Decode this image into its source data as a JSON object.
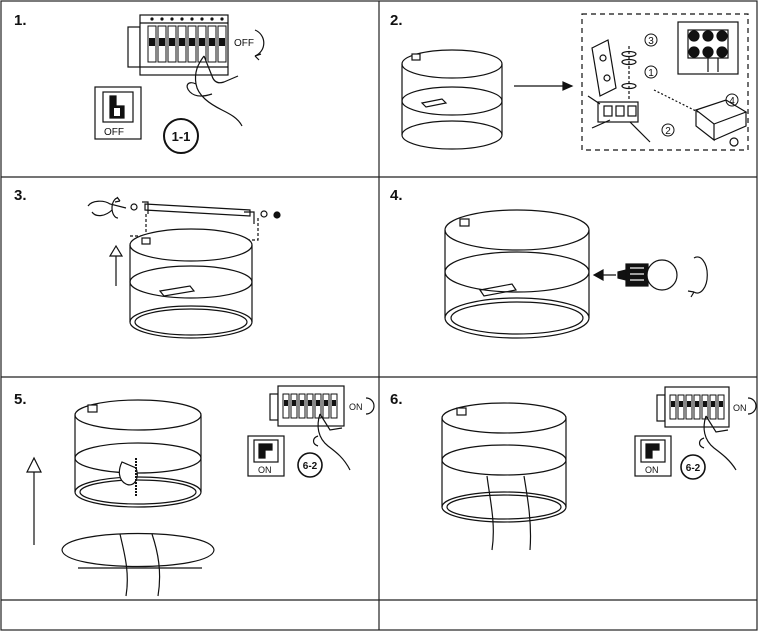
{
  "steps": [
    {
      "number": "1.",
      "switch_label": "OFF",
      "breaker_label": "OFF",
      "callout": "1-1"
    },
    {
      "number": "2.",
      "callouts": [
        "1",
        "2",
        "3",
        "4"
      ]
    },
    {
      "number": "3."
    },
    {
      "number": "4."
    },
    {
      "number": "5.",
      "switch_label": "ON",
      "breaker_label": "ON",
      "callout": "6-2"
    },
    {
      "number": "6.",
      "switch_label": "ON",
      "breaker_label": "ON",
      "callout": "6-2"
    }
  ]
}
